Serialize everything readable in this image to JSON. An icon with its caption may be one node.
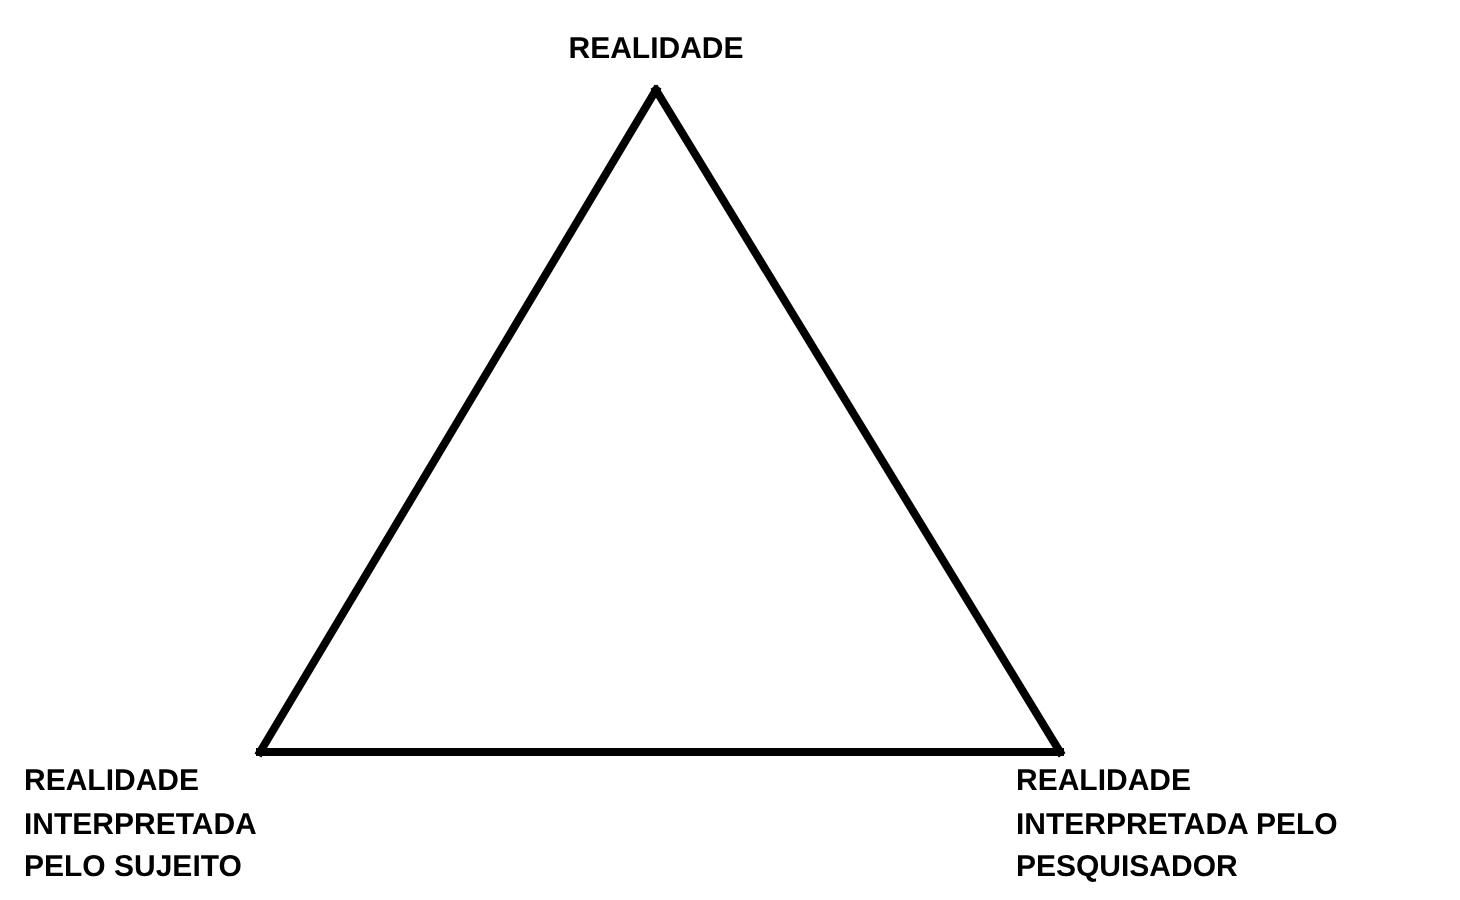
{
  "diagram": {
    "nodes": [
      {
        "text": [
          "REALIDADE"
        ]
      },
      {
        "text": [
          "REALIDADE INTERPRETADA PELO SUJEITO"
        ]
      },
      {
        "text": [
          "REALIDADE INTERPRETADA PELO PESQUISADOR"
        ]
      }
    ],
    "edges": [
      {
        "from": 0,
        "to": 1,
        "arrow": "none"
      },
      {
        "from": 0,
        "to": 2,
        "arrow": "none"
      },
      {
        "from": 1,
        "to": 2,
        "arrow": "none"
      }
    ]
  }
}
